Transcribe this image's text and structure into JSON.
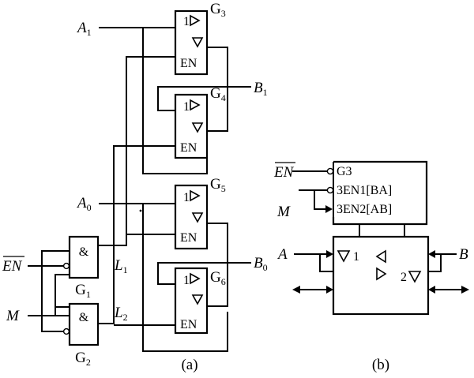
{
  "diagram_a": {
    "caption": "(a)",
    "inputs": {
      "a1": "A",
      "a1_sub": "1",
      "a0": "A",
      "a0_sub": "0",
      "en_bar": "EN",
      "m": "M"
    },
    "outputs": {
      "b1": "B",
      "b1_sub": "1",
      "b0": "B",
      "b0_sub": "0"
    },
    "nets": {
      "l1": "L",
      "l1_sub": "1",
      "l2": "L",
      "l2_sub": "2"
    },
    "and_gates": [
      {
        "label": "G",
        "sub": "1",
        "symbol": "&"
      },
      {
        "label": "G",
        "sub": "2",
        "symbol": "&"
      }
    ],
    "buffers": [
      {
        "label": "G",
        "sub": "3",
        "one": "1",
        "en": "EN"
      },
      {
        "label": "G",
        "sub": "4",
        "one": "1",
        "en": "EN"
      },
      {
        "label": "G",
        "sub": "5",
        "one": "1",
        "en": "EN"
      },
      {
        "label": "G",
        "sub": "6",
        "one": "1",
        "en": "EN"
      }
    ]
  },
  "diagram_b": {
    "caption": "(b)",
    "en_bar": "EN",
    "m": "M",
    "a": "A",
    "b": "B",
    "control_lines": [
      "G3",
      "3EN1[BA]",
      "3EN2[AB]"
    ],
    "port1": "1",
    "port2": "2"
  }
}
